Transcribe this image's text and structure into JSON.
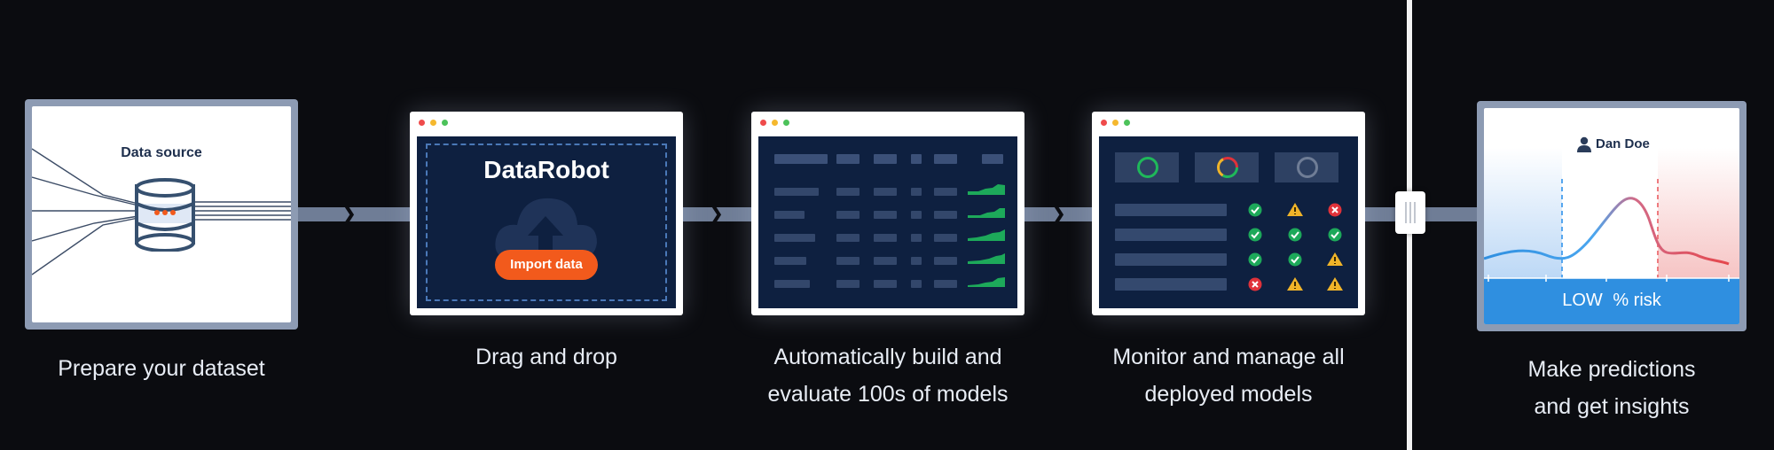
{
  "colors": {
    "background": "#0b0c10",
    "connector": "#6f7d96",
    "navy": "#0e2040",
    "orange": "#f25a1c",
    "blue": "#3b8ee0",
    "green": "#1da95a",
    "red": "#e0323a",
    "yellow": "#f0b429"
  },
  "step1": {
    "label": "Data source",
    "caption": "Prepare your dataset",
    "icon": "database-icon"
  },
  "step2": {
    "brand": "DataRobot",
    "button": "Import data",
    "caption": "Drag and drop",
    "icon": "cloud-upload-icon"
  },
  "step3": {
    "caption_line1": "Automatically build and",
    "caption_line2": "evaluate 100s of models"
  },
  "step4": {
    "caption_line1": "Monitor and manage all",
    "caption_line2": "deployed models",
    "status_rows": [
      [
        "ok",
        "warn",
        "error"
      ],
      [
        "ok",
        "ok",
        "ok"
      ],
      [
        "ok",
        "ok",
        "warn"
      ],
      [
        "error",
        "warn",
        "warn"
      ]
    ]
  },
  "step5": {
    "user": "Dan Doe",
    "risk_level": "LOW",
    "risk_label": "% risk",
    "caption_line1": "Make predictions",
    "caption_line2": "and get insights",
    "icon": "user-icon"
  }
}
